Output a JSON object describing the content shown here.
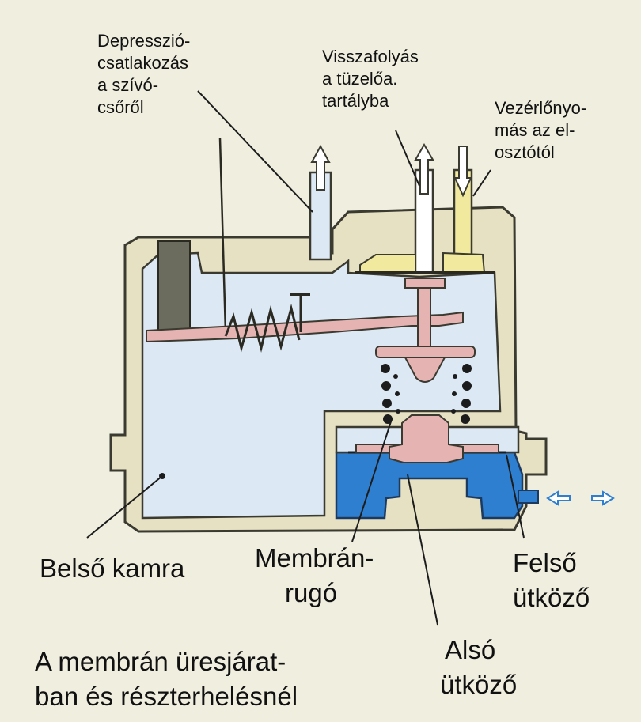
{
  "labels": {
    "depression_lines": [
      "Depresszió-",
      "csatlakozás",
      "a szívó-",
      "csőről"
    ],
    "return_lines": [
      "Visszafolyás",
      "a tüzelőa.",
      "tartályba"
    ],
    "control_lines": [
      "Vezérlőnyo-",
      "más az el-",
      "osztótól"
    ],
    "inner_chamber": "Belső kamra",
    "spring_lines": [
      "Membrán-",
      "rugó"
    ],
    "upper_stop_lines": [
      "Felső",
      "ütköző"
    ],
    "lower_stop_lines": [
      "Alsó",
      "ütköző"
    ],
    "caption_lines": [
      "A membrán üresjárat-",
      "ban és részterhelésnél"
    ]
  },
  "colors": {
    "background": "#f0eedf",
    "housing": "#e6e1c3",
    "housing_outline": "#3a3a30",
    "inner_chamber": "#dce8f3",
    "diaphragm_chamber": "#2f7fd0",
    "yellow_part": "#f1ea9e",
    "pink_part": "#e6b3b3",
    "dark_block": "#6b6b5e",
    "arrow_blue": "#2f7fd0"
  }
}
